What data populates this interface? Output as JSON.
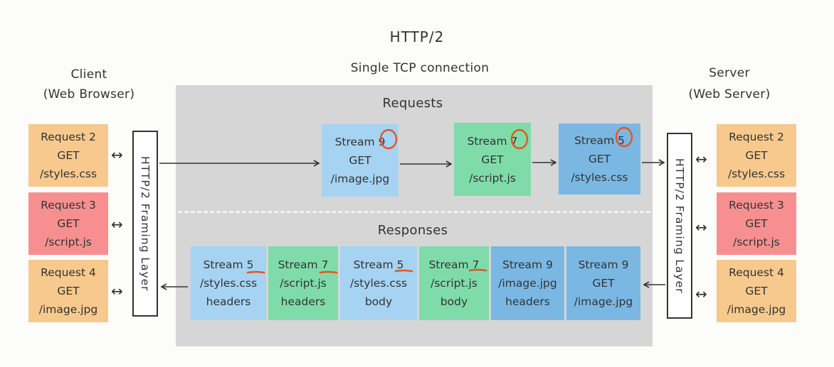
{
  "title": "HTTP/2",
  "connection_label": "Single TCP connection",
  "client": {
    "line1": "Client",
    "line2": "(Web Browser)"
  },
  "server": {
    "line1": "Server",
    "line2": "(Web Server)"
  },
  "framing_layer": "HTTP/2 Framing Layer",
  "requests_label": "Requests",
  "responses_label": "Responses",
  "client_requests": [
    {
      "lines": [
        "Request 2",
        "GET",
        "/styles.css"
      ],
      "color": "#f7c98d"
    },
    {
      "lines": [
        "Request 3",
        "GET",
        "/script.js"
      ],
      "color": "#f78f90"
    },
    {
      "lines": [
        "Request 4",
        "GET",
        "/image.jpg"
      ],
      "color": "#f7c98d"
    }
  ],
  "server_requests": [
    {
      "lines": [
        "Request 2",
        "GET",
        "/styles.css"
      ],
      "color": "#f7c98d"
    },
    {
      "lines": [
        "Request 3",
        "GET",
        "/script.js"
      ],
      "color": "#f78f90"
    },
    {
      "lines": [
        "Request 4",
        "GET",
        "/image.jpg"
      ],
      "color": "#f7c98d"
    }
  ],
  "request_streams": [
    {
      "lines": [
        "Stream 9",
        "GET",
        "/image.jpg"
      ],
      "color": "#a6d3f2"
    },
    {
      "lines": [
        "Stream 7",
        "GET",
        "/script.js"
      ],
      "color": "#7fdcaa"
    },
    {
      "lines": [
        "Stream 5",
        "GET",
        "/styles.css"
      ],
      "color": "#7ab8e3"
    }
  ],
  "response_streams": [
    {
      "lines": [
        "Stream 5",
        "/styles.css",
        "headers"
      ],
      "color": "#a6d3f2"
    },
    {
      "lines": [
        "Stream 7",
        "/script.js",
        "headers"
      ],
      "color": "#7fdcaa"
    },
    {
      "lines": [
        "Stream 5",
        "/styles.css",
        "body"
      ],
      "color": "#a6d3f2"
    },
    {
      "lines": [
        "Stream 7",
        "/script.js",
        "body"
      ],
      "color": "#7fdcaa"
    },
    {
      "lines": [
        "Stream 9",
        "/image.jpg",
        "headers"
      ],
      "color": "#7ab8e3"
    },
    {
      "lines": [
        "Stream 9",
        "GET",
        "/image.jpg"
      ],
      "color": "#7ab8e3"
    }
  ],
  "colors": {
    "annotation": "#e8541e",
    "panel": "#d6d6d6",
    "line": "#333333"
  },
  "arrow_glyph": "↔"
}
